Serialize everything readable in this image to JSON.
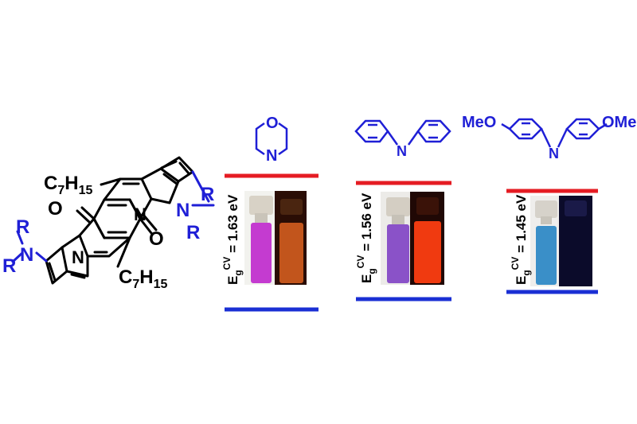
{
  "core": {
    "alkyl_top": {
      "main": "C",
      "sub1": "7",
      "mid": "H",
      "sub2": "15"
    },
    "alkyl_bottom": {
      "main": "C",
      "sub1": "7",
      "mid": "H",
      "sub2": "15"
    },
    "oxygen_top": "O",
    "oxygen_bottom": "O",
    "nitrogen_core_right": "N",
    "nitrogen_core_left": "N",
    "amine_right": {
      "n": "N",
      "r1": "R",
      "r2": "R"
    },
    "amine_left": {
      "n": "N",
      "r1": "R",
      "r2": "R"
    }
  },
  "amines": {
    "morpholine": {
      "o": "O",
      "n": "N"
    },
    "diphenylamine": {
      "n": "N"
    },
    "dimethoxy_diphenylamine": {
      "n": "N",
      "ome_left": "MeO",
      "ome_right": "OMe"
    }
  },
  "panels": [
    {
      "bandgap": {
        "label": "E",
        "sub": "g",
        "sup": "CV",
        "value": " = 1.63 eV"
      }
    },
    {
      "bandgap": {
        "label": "E",
        "sub": "g",
        "sup": "CV",
        "value": " = 1.56 eV"
      }
    },
    {
      "bandgap": {
        "label": "E",
        "sub": "g",
        "sup": "CV",
        "value": " = 1.45 eV"
      }
    }
  ],
  "colors": {
    "structure": "#000000",
    "substituent": "#1f1fd6",
    "lumo_line": "#e51c23",
    "homo_line": "#1a2fd4",
    "vial1_solution": "#c43bd0",
    "vial1_emission": "#c2551c",
    "vial2_solution": "#8a52c8",
    "vial2_emission": "#f03a10",
    "vial3_solution": "#3a8fc8",
    "vial3_emission": "#0b0b2a"
  }
}
